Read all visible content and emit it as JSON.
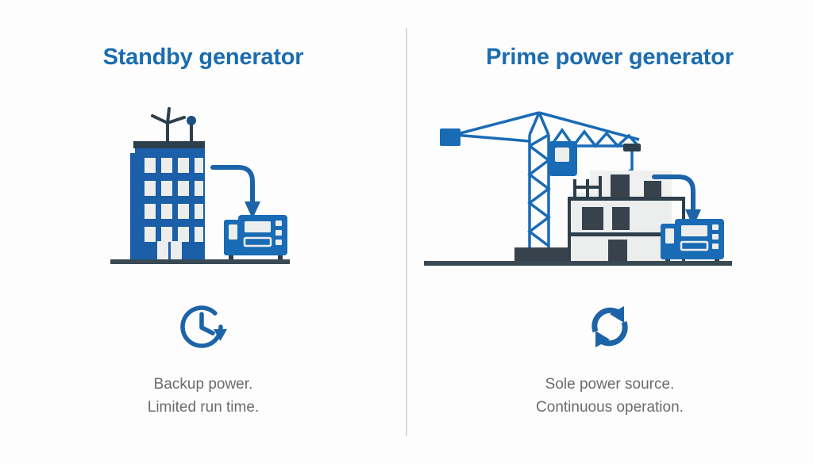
{
  "page": {
    "background_color": "#fdfdfd",
    "divider_color": "#d8d8d8",
    "accent_blue": "#1b6cb0",
    "deep_blue": "#1a5fa8",
    "dark_slate": "#3a4a55",
    "light_gray": "#eceded",
    "caption_color": "#6b6b6b"
  },
  "panels": [
    {
      "id": "standby",
      "title": "Standby generator",
      "illustration": "office-building-with-generator",
      "icon": "clock-history-icon",
      "caption_line_1": "Backup power.",
      "caption_line_2": "Limited run time."
    },
    {
      "id": "prime",
      "title": "Prime power generator",
      "illustration": "construction-crane-with-generator",
      "icon": "continuous-cycle-icon",
      "caption_line_1": "Sole power source.",
      "caption_line_2": "Continuous operation."
    }
  ]
}
